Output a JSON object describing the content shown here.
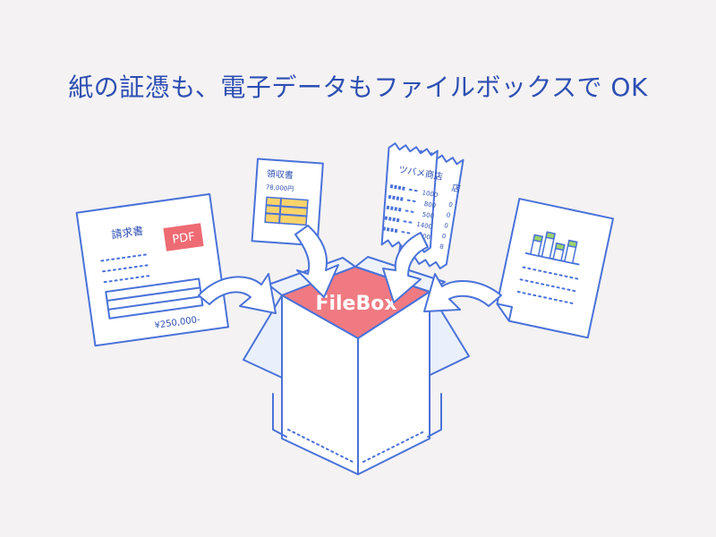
{
  "headline": "紙の証憑も、電子データもファイルボックスで OK",
  "box": {
    "label": "FileBox"
  },
  "invoice": {
    "title": "請求書",
    "badge": "PDF",
    "amount": "¥250,000-"
  },
  "receipt": {
    "title": "領収書",
    "amount": "78,000円"
  },
  "ticket": {
    "title": "ツバメ商店",
    "title_back": "店",
    "values": [
      "1000",
      "800",
      "500",
      "1400",
      "300"
    ],
    "values_back": [
      "0",
      "0",
      "0",
      "0",
      "8"
    ]
  },
  "colors": {
    "accent": "#4a72d9",
    "box_top": "#f07a82",
    "badge": "#ee6b73",
    "table_fill": "#fbd36b",
    "chart_green": "#9bd36b"
  }
}
